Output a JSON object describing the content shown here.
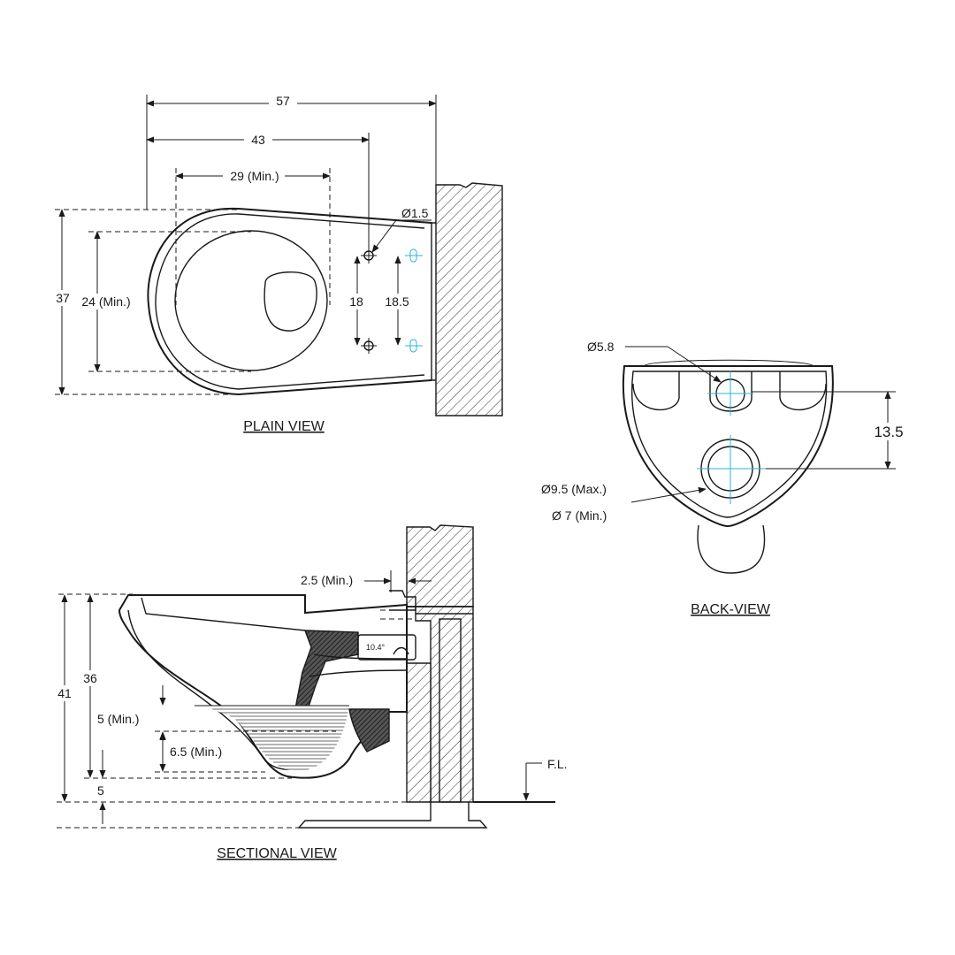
{
  "plain_view": {
    "title": "PLAIN VIEW",
    "dim_overall_length": "57",
    "dim_fixing_length": "43",
    "dim_min_length": "29 (Min.)",
    "dim_hole_diameter": "Ø1.5",
    "dim_overall_width": "37",
    "dim_min_width": "24 (Min.)",
    "dim_hole_spacing_a": "18",
    "dim_hole_spacing_b": "18.5"
  },
  "back_view": {
    "title": "BACK-VIEW",
    "dim_inlet_diameter": "Ø5.8",
    "dim_inlet_offset": "13.5",
    "dim_outlet_max": "Ø9.5 (Max.)",
    "dim_outlet_min": "Ø 7 (Min.)"
  },
  "sectional_view": {
    "title": "SECTIONAL VIEW",
    "dim_rim_gap": "2.5 (Min.)",
    "dim_angle": "10.4°",
    "dim_total_height": "41",
    "dim_rim_height": "36",
    "dim_water_depth": "5 (Min.)",
    "dim_seal_depth": "6.5 (Min.)",
    "dim_bottom": "5",
    "floor_label": "F.L."
  }
}
